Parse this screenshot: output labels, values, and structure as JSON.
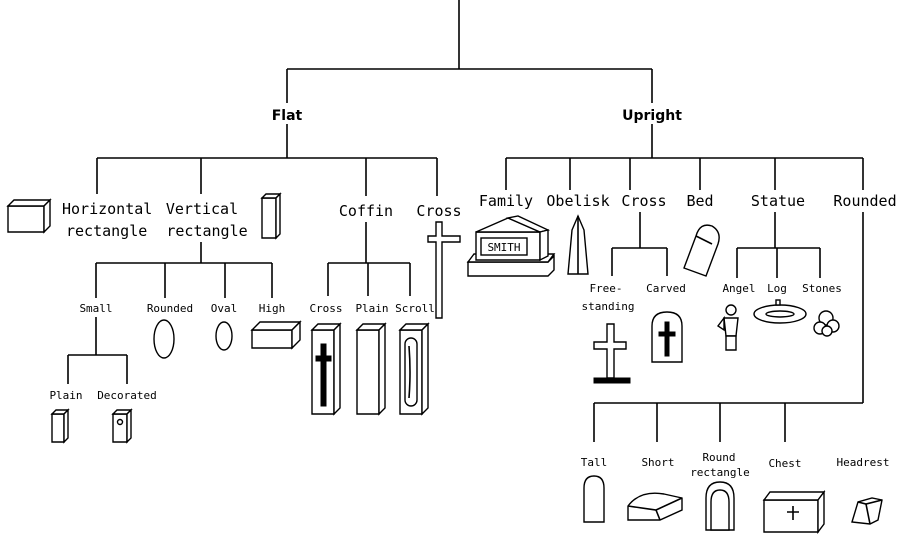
{
  "root": {
    "flat": "Flat",
    "upright": "Upright"
  },
  "flat": {
    "horizontal_1": "Horizontal",
    "horizontal_2": "rectangle",
    "vertical_1": "Vertical",
    "vertical_2": "rectangle",
    "coffin": "Coffin",
    "cross": "Cross",
    "small": "Small",
    "rounded": "Rounded",
    "oval": "Oval",
    "high": "High",
    "plain": "Plain",
    "decorated": "Decorated",
    "coffin_cross": "Cross",
    "coffin_plain": "Plain",
    "coffin_scroll": "Scroll"
  },
  "upright": {
    "family": "Family",
    "obelisk": "Obelisk",
    "cross": "Cross",
    "bed": "Bed",
    "statue": "Statue",
    "rounded": "Rounded",
    "smith": "SMITH",
    "free_1": "Free-",
    "free_2": "standing",
    "carved": "Carved",
    "angel": "Angel",
    "log": "Log",
    "stones": "Stones",
    "tall": "Tall",
    "short": "Short",
    "round_rect_1": "Round",
    "round_rect_2": "rectangle",
    "chest": "Chest",
    "headrest": "Headrest"
  }
}
